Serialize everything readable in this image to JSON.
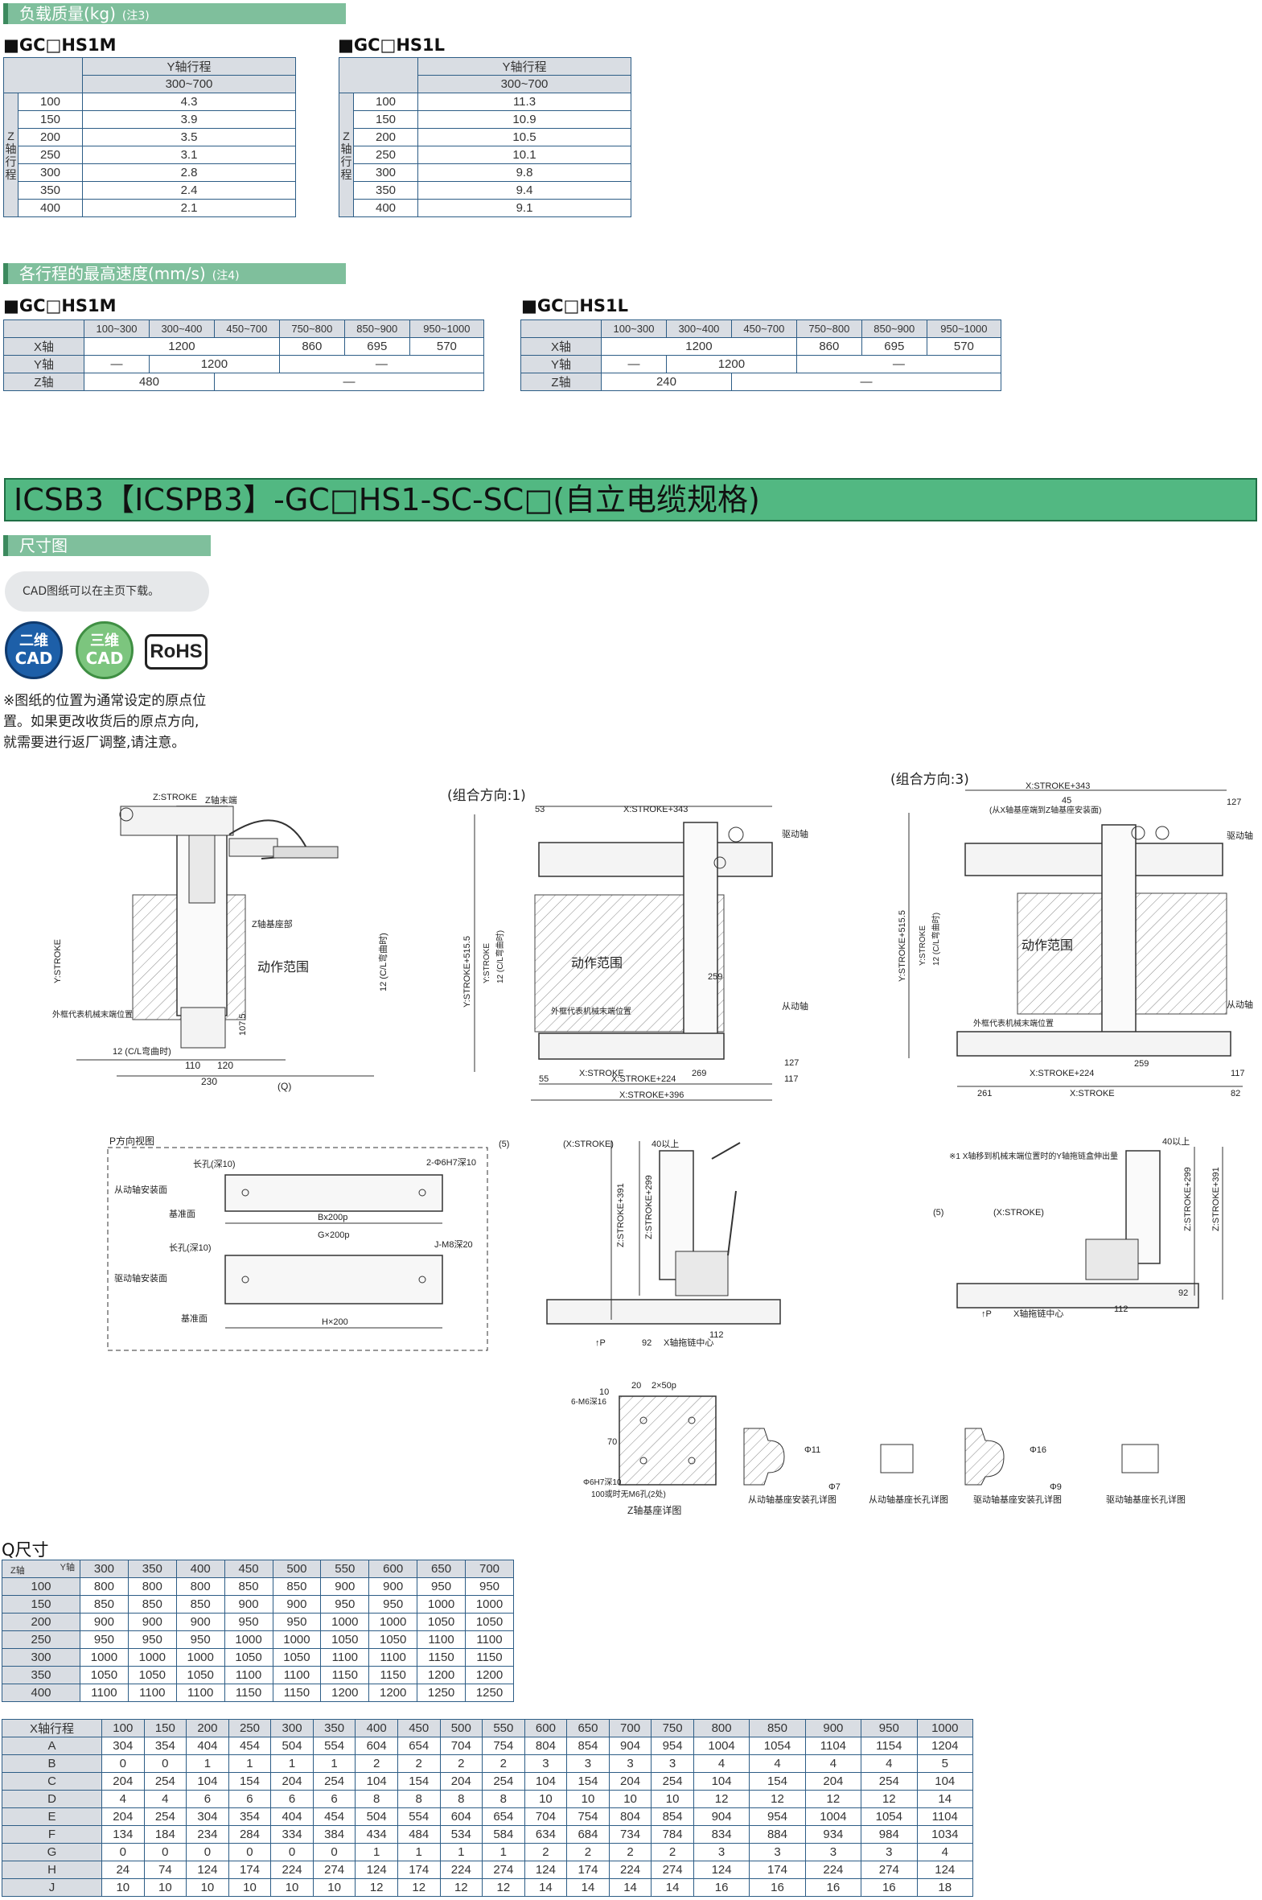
{
  "load_section": {
    "title": "负载质量(kg)",
    "note": "(注3)"
  },
  "load_m": {
    "model": "■GC□HS1M",
    "header_axis": "Y轴行程",
    "header_range": "300~700",
    "row_label": [
      "Z",
      "轴",
      "行",
      "程"
    ],
    "rows": [
      {
        "s": "100",
        "v": "4.3"
      },
      {
        "s": "150",
        "v": "3.9"
      },
      {
        "s": "200",
        "v": "3.5"
      },
      {
        "s": "250",
        "v": "3.1"
      },
      {
        "s": "300",
        "v": "2.8"
      },
      {
        "s": "350",
        "v": "2.4"
      },
      {
        "s": "400",
        "v": "2.1"
      }
    ]
  },
  "load_l": {
    "model": "■GC□HS1L",
    "header_axis": "Y轴行程",
    "header_range": "300~700",
    "row_label": [
      "Z",
      "轴",
      "行",
      "程"
    ],
    "rows": [
      {
        "s": "100",
        "v": "11.3"
      },
      {
        "s": "150",
        "v": "10.9"
      },
      {
        "s": "200",
        "v": "10.5"
      },
      {
        "s": "250",
        "v": "10.1"
      },
      {
        "s": "300",
        "v": "9.8"
      },
      {
        "s": "350",
        "v": "9.4"
      },
      {
        "s": "400",
        "v": "9.1"
      }
    ]
  },
  "speed_section": {
    "title": "各行程的最高速度(mm/s)",
    "note": "(注4)"
  },
  "speed_m": {
    "model": "■GC□HS1M",
    "cols": [
      "100~300",
      "300~400",
      "450~700",
      "750~800",
      "850~900",
      "950~1000"
    ],
    "x": {
      "label": "X轴",
      "a": "1200",
      "b": "860",
      "c": "695",
      "d": "570"
    },
    "y": {
      "label": "Y轴",
      "a": "—",
      "b": "1200",
      "c": "—"
    },
    "z": {
      "label": "Z轴",
      "a": "480",
      "b": "—"
    }
  },
  "speed_l": {
    "model": "■GC□HS1L",
    "cols": [
      "100~300",
      "300~400",
      "450~700",
      "750~800",
      "850~900",
      "950~1000"
    ],
    "x": {
      "label": "X轴",
      "a": "1200",
      "b": "860",
      "c": "695",
      "d": "570"
    },
    "y": {
      "label": "Y轴",
      "a": "—",
      "b": "1200",
      "c": "—"
    },
    "z": {
      "label": "Z轴",
      "a": "240",
      "b": "—"
    }
  },
  "banner": "ICSB3【ICSPB3】-GC□HS1-SC-SC□(自立电缆规格)",
  "dim_section": {
    "title": "尺寸图"
  },
  "cad_note": "CAD图纸可以在主页下载。",
  "badges": {
    "cad2_l1": "二维",
    "cad2_l2": "CAD",
    "cad3_l1": "三维",
    "cad3_l2": "CAD",
    "rohs": "RoHS"
  },
  "origin_note": "※图纸的位置为通常设定的原点位置。如果更改收货后的原点方向,就需要进行返厂调整,请注意。",
  "drawings": {
    "dir1": "(组合方向:1)",
    "dir3": "(组合方向:3)",
    "z_stroke": "Z:STROKE",
    "z_end": "Z轴末端",
    "z_base": "Z轴基座部",
    "motion_range": "动作范围",
    "y_stroke_label": "Y:STROKE",
    "cl_bend": "12 (C/L弯曲时)",
    "end_pos": "外框代表机械末端位置",
    "q_label": "(Q)",
    "d230": "230",
    "d110": "110",
    "d120": "120",
    "d107": "107.5",
    "x343": "X:STROKE+343",
    "x224": "X:STROKE+224",
    "x396": "X:STROKE+396",
    "xst": "X:STROKE",
    "y515": "Y:STROKE+515.5",
    "drive_axis": "驱动轴",
    "driven_axis": "从动轴",
    "d53": "53",
    "d55": "55",
    "d269": "269",
    "d259": "259",
    "d127": "127",
    "d117": "117",
    "d261": "261",
    "d82": "82",
    "d45": "45",
    "from_x": "(从X轴基座端到Z轴基座安装面)",
    "p_view": "P方向视图",
    "driven_base": "从动轴安装面",
    "drive_base": "驱动轴安装面",
    "base_face": "基准面",
    "long_hole": "长孔(深10)",
    "pin2": "2-Φ6H7深10",
    "bz200p": "Bx200p",
    "gz200p": "G×200p",
    "hz200p": "H×200",
    "j_m8": "J-M8深20",
    "z299": "Z:STROKE+299",
    "z391": "Z:STROKE+391",
    "x_stroke_p": "(X:STROKE)",
    "x_cable": "X轴拖链中心",
    "p_arrow": "↑P",
    "d40": "40以上",
    "d112": "112",
    "d92": "92",
    "cable_note": "※1 X轴移到机械末端位置时的Y轴拖链盒伸出量",
    "z_base_detail": "Z轴基座详图",
    "driven_hole": "从动轴基座安装孔详图",
    "driven_long": "从动轴基座长孔详图",
    "drive_hole": "驱动轴基座安装孔详图",
    "drive_long": "驱动轴基座长孔详图",
    "m6": "6-M6深16",
    "p50": "2×50p",
    "h10": "Φ6H7深10",
    "no_m6": "100或时无M6孔(2处)",
    "d20": "20",
    "d10": "10",
    "d70": "70",
    "d11": "Φ11",
    "d16": "Φ16",
    "d7": "Φ7",
    "d9": "Φ9"
  },
  "q_table": {
    "title": "Q尺寸",
    "corner_z": "Z轴",
    "corner_y": "Y轴",
    "cols": [
      "300",
      "350",
      "400",
      "450",
      "500",
      "550",
      "600",
      "650",
      "700"
    ],
    "rows": [
      {
        "z": "100",
        "v": [
          "800",
          "800",
          "800",
          "850",
          "850",
          "900",
          "900",
          "950",
          "950"
        ]
      },
      {
        "z": "150",
        "v": [
          "850",
          "850",
          "850",
          "900",
          "900",
          "950",
          "950",
          "1000",
          "1000"
        ]
      },
      {
        "z": "200",
        "v": [
          "900",
          "900",
          "900",
          "950",
          "950",
          "1000",
          "1000",
          "1050",
          "1050"
        ]
      },
      {
        "z": "250",
        "v": [
          "950",
          "950",
          "950",
          "1000",
          "1000",
          "1050",
          "1050",
          "1100",
          "1100"
        ]
      },
      {
        "z": "300",
        "v": [
          "1000",
          "1000",
          "1000",
          "1050",
          "1050",
          "1100",
          "1100",
          "1150",
          "1150"
        ]
      },
      {
        "z": "350",
        "v": [
          "1050",
          "1050",
          "1050",
          "1100",
          "1100",
          "1150",
          "1150",
          "1200",
          "1200"
        ]
      },
      {
        "z": "400",
        "v": [
          "1100",
          "1100",
          "1100",
          "1150",
          "1150",
          "1200",
          "1200",
          "1250",
          "1250"
        ]
      }
    ]
  },
  "x_table": {
    "corner": "X轴行程",
    "cols": [
      "100",
      "150",
      "200",
      "250",
      "300",
      "350",
      "400",
      "450",
      "500",
      "550",
      "600",
      "650",
      "700",
      "750",
      "800",
      "850",
      "900",
      "950",
      "1000"
    ],
    "rows": [
      {
        "k": "A",
        "v": [
          "304",
          "354",
          "404",
          "454",
          "504",
          "554",
          "604",
          "654",
          "704",
          "754",
          "804",
          "854",
          "904",
          "954",
          "1004",
          "1054",
          "1104",
          "1154",
          "1204"
        ]
      },
      {
        "k": "B",
        "v": [
          "0",
          "0",
          "1",
          "1",
          "1",
          "1",
          "2",
          "2",
          "2",
          "2",
          "3",
          "3",
          "3",
          "3",
          "4",
          "4",
          "4",
          "4",
          "5"
        ]
      },
      {
        "k": "C",
        "v": [
          "204",
          "254",
          "104",
          "154",
          "204",
          "254",
          "104",
          "154",
          "204",
          "254",
          "104",
          "154",
          "204",
          "254",
          "104",
          "154",
          "204",
          "254",
          "104"
        ]
      },
      {
        "k": "D",
        "v": [
          "4",
          "4",
          "6",
          "6",
          "6",
          "6",
          "8",
          "8",
          "8",
          "8",
          "10",
          "10",
          "10",
          "10",
          "12",
          "12",
          "12",
          "12",
          "14"
        ]
      },
      {
        "k": "E",
        "v": [
          "204",
          "254",
          "304",
          "354",
          "404",
          "454",
          "504",
          "554",
          "604",
          "654",
          "704",
          "754",
          "804",
          "854",
          "904",
          "954",
          "1004",
          "1054",
          "1104"
        ]
      },
      {
        "k": "F",
        "v": [
          "134",
          "184",
          "234",
          "284",
          "334",
          "384",
          "434",
          "484",
          "534",
          "584",
          "634",
          "684",
          "734",
          "784",
          "834",
          "884",
          "934",
          "984",
          "1034"
        ]
      },
      {
        "k": "G",
        "v": [
          "0",
          "0",
          "0",
          "0",
          "0",
          "0",
          "1",
          "1",
          "1",
          "1",
          "2",
          "2",
          "2",
          "2",
          "3",
          "3",
          "3",
          "3",
          "4"
        ]
      },
      {
        "k": "H",
        "v": [
          "24",
          "74",
          "124",
          "174",
          "224",
          "274",
          "124",
          "174",
          "224",
          "274",
          "124",
          "174",
          "224",
          "274",
          "124",
          "174",
          "224",
          "274",
          "124"
        ]
      },
      {
        "k": "J",
        "v": [
          "10",
          "10",
          "10",
          "10",
          "10",
          "10",
          "12",
          "12",
          "12",
          "12",
          "14",
          "14",
          "14",
          "14",
          "16",
          "16",
          "16",
          "16",
          "18"
        ]
      }
    ]
  }
}
